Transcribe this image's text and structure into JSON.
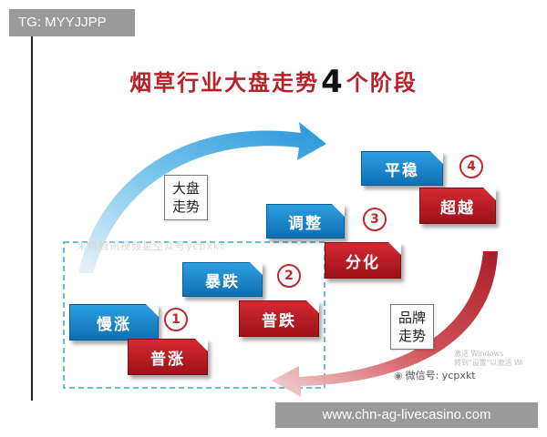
{
  "header_tag": "TG: MYYJJPP",
  "title": {
    "before": "烟草行业大盘走势",
    "num": "4",
    "after": "个阶段"
  },
  "stages": {
    "s1": {
      "top": "慢涨",
      "bottom": "普涨",
      "number": "1"
    },
    "s2": {
      "top": "暴跌",
      "bottom": "普跌",
      "number": "2"
    },
    "s3": {
      "top": "调整",
      "bottom": "分化",
      "number": "3"
    },
    "s4": {
      "top": "平稳",
      "bottom": "超越",
      "number": "4"
    }
  },
  "labels": {
    "market_trend": [
      "大盘",
      "走势"
    ],
    "brand_trend": [
      "品牌",
      "走势"
    ]
  },
  "watermark": "来自腾讯视频星空众号ycpxkt",
  "windows_activation": [
    "激活 Windows",
    "转到\"设置\"以激活 Wi"
  ],
  "wechat": {
    "icon": "wechat-icon",
    "text": "微信号: ycpxkt"
  },
  "footer": "www.chn-ag-livecasino.com",
  "colors": {
    "blue": "#1a86cc",
    "red": "#b81820",
    "title_red": "#b8202a",
    "dashed": "#3aa6c9"
  }
}
